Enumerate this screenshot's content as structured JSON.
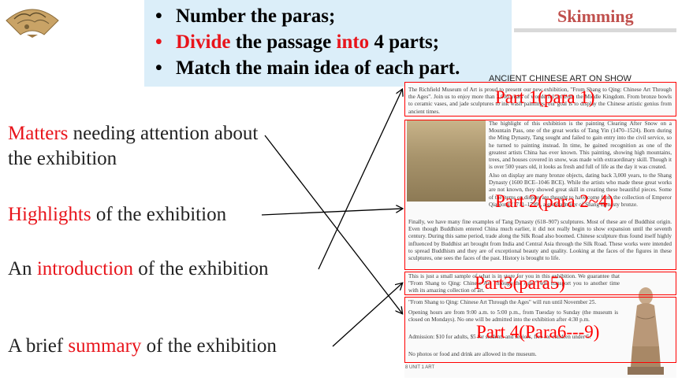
{
  "header": {
    "bullets": [
      {
        "segments": [
          {
            "text": "Number the paras;",
            "color": "black"
          }
        ],
        "bullet_color": "black"
      },
      {
        "segments": [
          {
            "text": "Divide",
            "color": "red"
          },
          {
            "text": " the passage ",
            "color": "black"
          },
          {
            "text": "into",
            "color": "red"
          },
          {
            "text": " 4 parts;",
            "color": "black"
          }
        ],
        "bullet_color": "red"
      },
      {
        "segments": [
          {
            "text": "Match the main idea of each part.",
            "color": "black"
          }
        ],
        "bullet_color": "black"
      }
    ],
    "bullet_mark": "•",
    "section_title": "Skimming"
  },
  "left_items": [
    {
      "lines": [
        [
          {
            "text": "Matters",
            "color": "red"
          },
          {
            "text": " needing attention about",
            "color": "black"
          }
        ],
        [
          {
            "text": "the exhibition",
            "color": "black"
          }
        ]
      ]
    },
    {
      "lines": [
        [
          {
            "text": "Highlights",
            "color": "red"
          },
          {
            "text": " of the exhibition",
            "color": "black"
          }
        ]
      ]
    },
    {
      "lines": [
        [
          {
            "text": "An ",
            "color": "black"
          },
          {
            "text": "introduction",
            "color": "red"
          },
          {
            "text": " of the exhibition",
            "color": "black"
          }
        ]
      ]
    },
    {
      "lines": [
        [
          {
            "text": "A brief ",
            "color": "black"
          },
          {
            "text": "summary",
            "color": "red"
          },
          {
            "text": " of the exhibition",
            "color": "black"
          }
        ]
      ]
    }
  ],
  "document": {
    "title": "ANCIENT CHINESE ART ON SHOW",
    "paragraphs": {
      "p1": "The Richfield Museum of Art is proud to present our new exhibition, \"From Shang to Qing: Chinese Art Through the Ages\". Join us to enjoy more than 3,000 years of wonderful art from the Middle Kingdom. From bronze bowls to ceramic vases, and jade sculptures to ink wash paintings, our goal is to display the Chinese artistic genius from ancient times.",
      "p2": "The highlight of this exhibition is the painting Clearing After Snow on a Mountain Pass, one of the great works of Tang Yin (1470–1524). Born during the Ming Dynasty, Tang sought and failed to gain entry into the civil service, so he turned to painting instead. In time, he gained recognition as one of the greatest artists China has ever known. This painting, showing high mountains, trees, and houses covered in snow, was made with extraordinary skill. Though it is over 500 years old, it looks as fresh and full of life as the day it was created.",
      "p3": "Also on display are many bronze objects, dating back 3,000 years, to the Shang Dynasty (1600 BCE–1046 BCE). While the artists who made these great works are not known, they showed great skill in creating these beautiful pieces. Some of the items on display are thought to have come from the collection of Emperor Qianlong (1711–1799), a great admirer of Shang Dynasty bronze.",
      "p4": "Finally, we have many fine examples of Tang Dynasty (618–907) sculptures. Most of these are of Buddhist origin. Even though Buddhism entered China much earlier, it did not really begin to show expansion until the seventh century. During this same period, trade along the Silk Road also boomed. Chinese sculpture thus found itself highly influenced by Buddhist art brought from India and Central Asia through the Silk Road. These works were intended to spread Buddhism and they are of exceptional beauty and quality. Looking at the faces of the figures in these sculptures, one sees the faces of the past. History is brought to life.",
      "p5": "This is just a small sample of what is in store for you in this exhibition. We guarantee that \"From Shang to Qing: Chinese Art Through the Ages\" will transport you to another time with its amazing collection of art.",
      "p6": "\"From Shang to Qing: Chinese Art Through the Ages\" will run until November 25.",
      "p7": "Opening hours are from 9:00 a.m. to 5:00 p.m., from Tuesday to Sunday (the museum is closed on Mondays). No one will be admitted into the exhibition after 4:30 p.m.",
      "p8": "Admission: $10 for adults, $5 for students and seniors, free for children under 5.",
      "p9": "No photos or food and drink are allowed in the museum."
    },
    "footer": "8   UNIT 1  ART"
  },
  "parts": [
    {
      "label": "Part 1(para 1)"
    },
    {
      "label": "Part 2(para 2~4)"
    },
    {
      "label": "Part3(para5)"
    },
    {
      "label": "Part 4(Para6---9)"
    }
  ],
  "colors": {
    "red": "#e8141b",
    "black": "#222222",
    "box_red": "#ff0000",
    "bullet_bg": "#dbeef9",
    "skim": "#c0504d"
  }
}
